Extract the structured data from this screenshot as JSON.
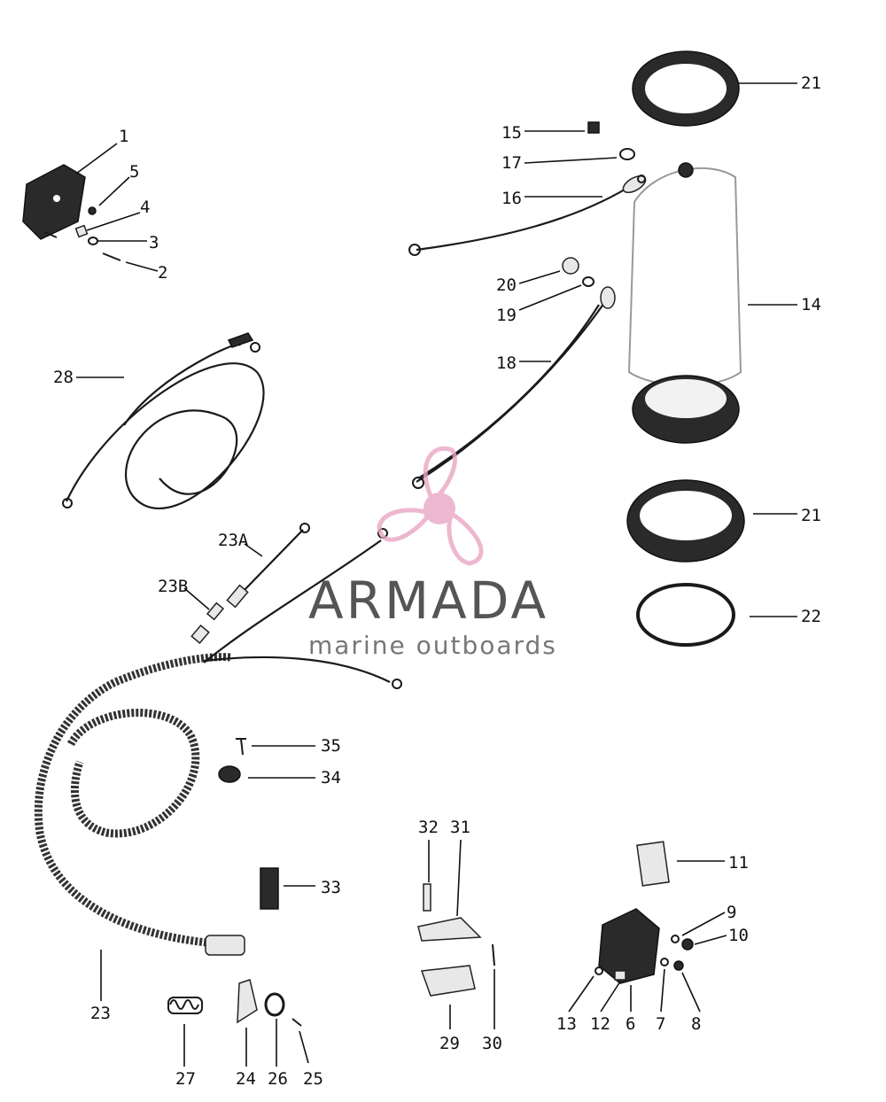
{
  "watermark": {
    "brand": "ARMADA",
    "tagline": "marine outboards",
    "logo_icon": "propeller-logo-icon",
    "logo_color": "#e9a7c4"
  },
  "callouts": [
    "1",
    "2",
    "3",
    "4",
    "5",
    "6",
    "7",
    "8",
    "9",
    "10",
    "11",
    "12",
    "13",
    "14",
    "15",
    "16",
    "17",
    "18",
    "19",
    "20",
    "21",
    "21",
    "22",
    "23",
    "23A",
    "23B",
    "24",
    "25",
    "26",
    "27",
    "28",
    "29",
    "30",
    "31",
    "32",
    "33",
    "34",
    "35"
  ]
}
